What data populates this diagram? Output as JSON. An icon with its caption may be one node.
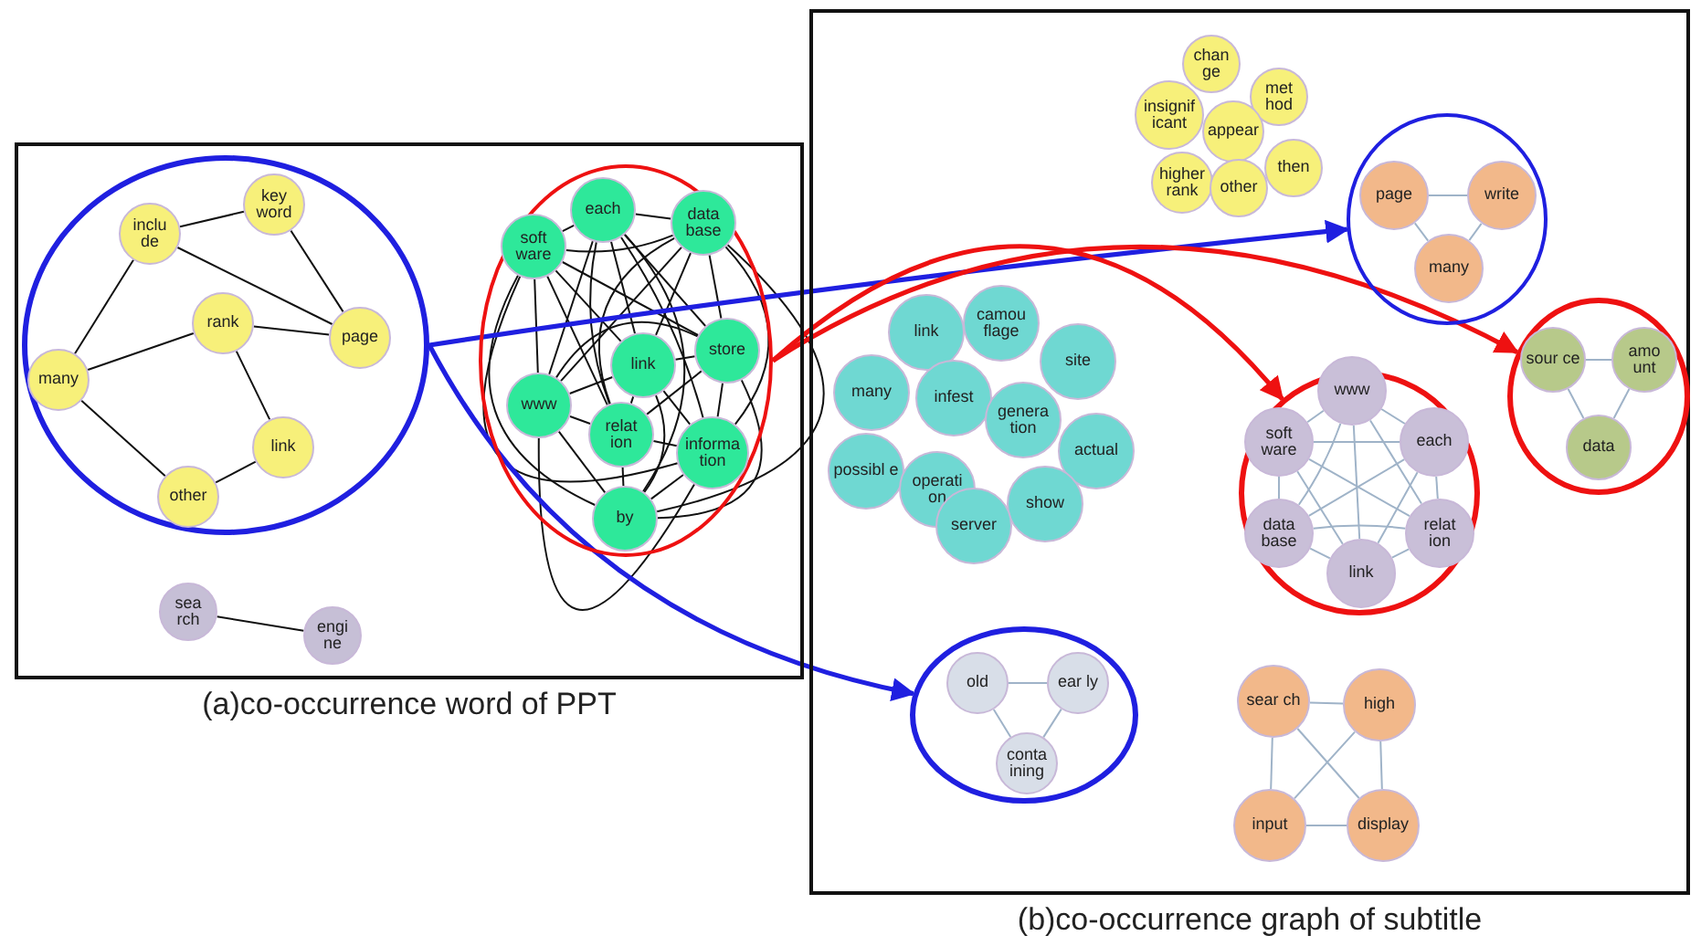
{
  "diagram": {
    "nodes": [
      {
        "text": [
          "(a)co-occurrence word of PPT"
        ]
      },
      {
        "text": [],
        "shape": "circle",
        "in": 0
      },
      {
        "text": [
          "key word"
        ],
        "in": 1
      },
      {
        "text": [
          "inclu de"
        ],
        "in": 1
      },
      {
        "text": [
          "rank"
        ],
        "in": 1
      },
      {
        "text": [
          "page"
        ],
        "in": 1
      },
      {
        "text": [
          "many"
        ],
        "in": 1
      },
      {
        "text": [
          "link"
        ],
        "in": 1
      },
      {
        "text": [
          "other"
        ],
        "in": 1
      },
      {
        "text": [],
        "shape": "circle",
        "in": 0
      },
      {
        "text": [
          "each"
        ],
        "in": 9
      },
      {
        "text": [
          "data base"
        ],
        "in": 9
      },
      {
        "text": [
          "soft ware"
        ],
        "in": 9
      },
      {
        "text": [
          "link"
        ],
        "in": 9
      },
      {
        "text": [
          "store"
        ],
        "in": 9
      },
      {
        "text": [
          "www"
        ],
        "in": 9
      },
      {
        "text": [
          "relat ion"
        ],
        "in": 9
      },
      {
        "text": [
          "informa tion"
        ],
        "in": 9
      },
      {
        "text": [
          "by"
        ],
        "in": 9
      },
      {
        "text": [
          "sea rch"
        ],
        "in": 0
      },
      {
        "text": [
          "engi ne"
        ],
        "in": 0
      },
      {
        "text": [
          "(b)co-occurrence graph of subtitle"
        ]
      },
      {
        "text": [
          "chan ge"
        ],
        "in": 21
      },
      {
        "text": [
          "met hod"
        ],
        "in": 21
      },
      {
        "text": [
          "insignif icant"
        ],
        "in": 21
      },
      {
        "text": [
          "appear"
        ],
        "in": 21
      },
      {
        "text": [
          "then"
        ],
        "in": 21
      },
      {
        "text": [
          "higher rank"
        ],
        "in": 21
      },
      {
        "text": [
          "other"
        ],
        "in": 21
      },
      {
        "text": [],
        "shape": "circle",
        "in": 21
      },
      {
        "text": [
          "page"
        ],
        "in": 29
      },
      {
        "text": [
          "write"
        ],
        "in": 29
      },
      {
        "text": [
          "many"
        ],
        "in": 29
      },
      {
        "text": [
          "link"
        ],
        "in": 21
      },
      {
        "text": [
          "camou flage"
        ],
        "in": 21
      },
      {
        "text": [
          "site"
        ],
        "in": 21
      },
      {
        "text": [
          "many"
        ],
        "in": 21
      },
      {
        "text": [
          "infest"
        ],
        "in": 21
      },
      {
        "text": [
          "genera tion"
        ],
        "in": 21
      },
      {
        "text": [
          "actual"
        ],
        "in": 21
      },
      {
        "text": [
          "possibl e"
        ],
        "in": 21
      },
      {
        "text": [
          "operati on"
        ],
        "in": 21
      },
      {
        "text": [
          "show"
        ],
        "in": 21
      },
      {
        "text": [
          "server"
        ],
        "in": 21
      },
      {
        "text": [],
        "shape": "circle",
        "in": 21
      },
      {
        "text": [
          "www"
        ],
        "in": 44
      },
      {
        "text": [
          "soft ware"
        ],
        "in": 44
      },
      {
        "text": [
          "each"
        ],
        "in": 44
      },
      {
        "text": [
          "data base"
        ],
        "in": 44
      },
      {
        "text": [
          "relat ion"
        ],
        "in": 44
      },
      {
        "text": [
          "link"
        ],
        "in": 44
      },
      {
        "text": [],
        "shape": "circle",
        "in": 21
      },
      {
        "text": [
          "sour ce"
        ],
        "in": 51
      },
      {
        "text": [
          "amo unt"
        ],
        "in": 51
      },
      {
        "text": [
          "data"
        ],
        "in": 51
      },
      {
        "text": [],
        "shape": "circle",
        "in": 21
      },
      {
        "text": [
          "old"
        ],
        "in": 55
      },
      {
        "text": [
          "ear ly"
        ],
        "in": 55
      },
      {
        "text": [
          "conta ining"
        ],
        "in": 55
      },
      {
        "text": [
          "sear ch"
        ],
        "in": 21
      },
      {
        "text": [
          "high"
        ],
        "in": 21
      },
      {
        "text": [
          "input"
        ],
        "in": 21
      },
      {
        "text": [
          "display"
        ],
        "in": 21
      }
    ],
    "edges": [
      {
        "from": 3,
        "to": 2,
        "arrow": "none"
      },
      {
        "from": 3,
        "to": 5,
        "arrow": "none"
      },
      {
        "from": 2,
        "to": 5,
        "arrow": "none"
      },
      {
        "from": 3,
        "to": 6,
        "arrow": "none"
      },
      {
        "from": 4,
        "to": 5,
        "arrow": "none"
      },
      {
        "from": 4,
        "to": 6,
        "arrow": "none"
      },
      {
        "from": 4,
        "to": 7,
        "arrow": "none"
      },
      {
        "from": 6,
        "to": 8,
        "arrow": "none"
      },
      {
        "from": 8,
        "to": 7,
        "arrow": "none"
      },
      {
        "from": 10,
        "to": 11,
        "arrow": "none"
      },
      {
        "from": 10,
        "to": 12,
        "arrow": "none"
      },
      {
        "from": 10,
        "to": 13,
        "arrow": "none"
      },
      {
        "from": 10,
        "to": 14,
        "arrow": "none"
      },
      {
        "from": 10,
        "to": 15,
        "arrow": "none"
      },
      {
        "from": 10,
        "to": 16,
        "arrow": "none"
      },
      {
        "from": 10,
        "to": 17,
        "arrow": "none"
      },
      {
        "from": 10,
        "to": 18,
        "arrow": "none"
      },
      {
        "from": 11,
        "to": 12,
        "arrow": "none"
      },
      {
        "from": 11,
        "to": 13,
        "arrow": "none"
      },
      {
        "from": 11,
        "to": 14,
        "arrow": "none"
      },
      {
        "from": 11,
        "to": 15,
        "arrow": "none"
      },
      {
        "from": 11,
        "to": 16,
        "arrow": "none"
      },
      {
        "from": 11,
        "to": 17,
        "arrow": "none"
      },
      {
        "from": 11,
        "to": 18,
        "arrow": "none"
      },
      {
        "from": 12,
        "to": 13,
        "arrow": "none"
      },
      {
        "from": 12,
        "to": 14,
        "arrow": "none"
      },
      {
        "from": 12,
        "to": 15,
        "arrow": "none"
      },
      {
        "from": 12,
        "to": 16,
        "arrow": "none"
      },
      {
        "from": 12,
        "to": 17,
        "arrow": "none"
      },
      {
        "from": 12,
        "to": 18,
        "arrow": "none"
      },
      {
        "from": 13,
        "to": 14,
        "arrow": "none"
      },
      {
        "from": 13,
        "to": 15,
        "arrow": "none"
      },
      {
        "from": 13,
        "to": 16,
        "arrow": "none"
      },
      {
        "from": 13,
        "to": 17,
        "arrow": "none"
      },
      {
        "from": 13,
        "to": 18,
        "arrow": "none"
      },
      {
        "from": 14,
        "to": 15,
        "arrow": "none"
      },
      {
        "from": 14,
        "to": 16,
        "arrow": "none"
      },
      {
        "from": 14,
        "to": 17,
        "arrow": "none"
      },
      {
        "from": 14,
        "to": 18,
        "arrow": "none"
      },
      {
        "from": 15,
        "to": 16,
        "arrow": "none"
      },
      {
        "from": 15,
        "to": 17,
        "arrow": "none"
      },
      {
        "from": 15,
        "to": 18,
        "arrow": "none"
      },
      {
        "from": 16,
        "to": 17,
        "arrow": "none"
      },
      {
        "from": 16,
        "to": 18,
        "arrow": "none"
      },
      {
        "from": 17,
        "to": 18,
        "arrow": "none"
      },
      {
        "from": 19,
        "to": 20,
        "arrow": "none"
      },
      {
        "from": 30,
        "to": 31,
        "arrow": "none",
        "color": "#9fb3c8"
      },
      {
        "from": 30,
        "to": 32,
        "arrow": "none",
        "color": "#9fb3c8"
      },
      {
        "from": 31,
        "to": 32,
        "arrow": "none",
        "color": "#9fb3c8"
      },
      {
        "from": 45,
        "to": 46,
        "arrow": "none",
        "color": "#9fb3c8"
      },
      {
        "from": 45,
        "to": 47,
        "arrow": "none",
        "color": "#9fb3c8"
      },
      {
        "from": 45,
        "to": 48,
        "arrow": "none",
        "color": "#9fb3c8"
      },
      {
        "from": 45,
        "to": 49,
        "arrow": "none",
        "color": "#9fb3c8"
      },
      {
        "from": 45,
        "to": 50,
        "arrow": "none",
        "color": "#9fb3c8"
      },
      {
        "from": 46,
        "to": 47,
        "arrow": "none",
        "color": "#9fb3c8"
      },
      {
        "from": 46,
        "to": 48,
        "arrow": "none",
        "color": "#9fb3c8"
      },
      {
        "from": 46,
        "to": 49,
        "arrow": "none",
        "color": "#9fb3c8"
      },
      {
        "from": 46,
        "to": 50,
        "arrow": "none",
        "color": "#9fb3c8"
      },
      {
        "from": 47,
        "to": 48,
        "arrow": "none",
        "color": "#9fb3c8"
      },
      {
        "from": 47,
        "to": 49,
        "arrow": "none",
        "color": "#9fb3c8"
      },
      {
        "from": 47,
        "to": 50,
        "arrow": "none",
        "color": "#9fb3c8"
      },
      {
        "from": 48,
        "to": 49,
        "arrow": "none",
        "color": "#9fb3c8"
      },
      {
        "from": 48,
        "to": 50,
        "arrow": "none",
        "color": "#9fb3c8"
      },
      {
        "from": 49,
        "to": 50,
        "arrow": "none",
        "color": "#9fb3c8"
      },
      {
        "from": 52,
        "to": 53,
        "arrow": "none",
        "color": "#9fb3c8"
      },
      {
        "from": 52,
        "to": 54,
        "arrow": "none",
        "color": "#9fb3c8"
      },
      {
        "from": 53,
        "to": 54,
        "arrow": "none",
        "color": "#9fb3c8"
      },
      {
        "from": 56,
        "to": 57,
        "arrow": "none",
        "color": "#9fb3c8"
      },
      {
        "from": 56,
        "to": 58,
        "arrow": "none",
        "color": "#9fb3c8"
      },
      {
        "from": 57,
        "to": 58,
        "arrow": "none",
        "color": "#9fb3c8"
      },
      {
        "from": 59,
        "to": 60,
        "arrow": "none",
        "color": "#9fb3c8"
      },
      {
        "from": 59,
        "to": 61,
        "arrow": "none",
        "color": "#9fb3c8"
      },
      {
        "from": 60,
        "to": 62,
        "arrow": "none",
        "color": "#9fb3c8"
      },
      {
        "from": 61,
        "to": 62,
        "arrow": "none",
        "color": "#9fb3c8"
      },
      {
        "from": 59,
        "to": 62,
        "arrow": "none",
        "color": "#9fb3c8"
      },
      {
        "from": 60,
        "to": 61,
        "arrow": "none",
        "color": "#9fb3c8"
      },
      {
        "from": 1,
        "to": 29,
        "arrow": "to",
        "style": "thick",
        "color": "#1f1fe0"
      },
      {
        "from": 1,
        "to": 55,
        "arrow": "to",
        "style": "thick",
        "color": "#1f1fe0"
      },
      {
        "from": 9,
        "to": 51,
        "arrow": "to",
        "style": "thick",
        "color": "#ee1111"
      },
      {
        "from": 9,
        "to": 44,
        "arrow": "to",
        "style": "thick",
        "color": "#ee1111"
      }
    ]
  }
}
